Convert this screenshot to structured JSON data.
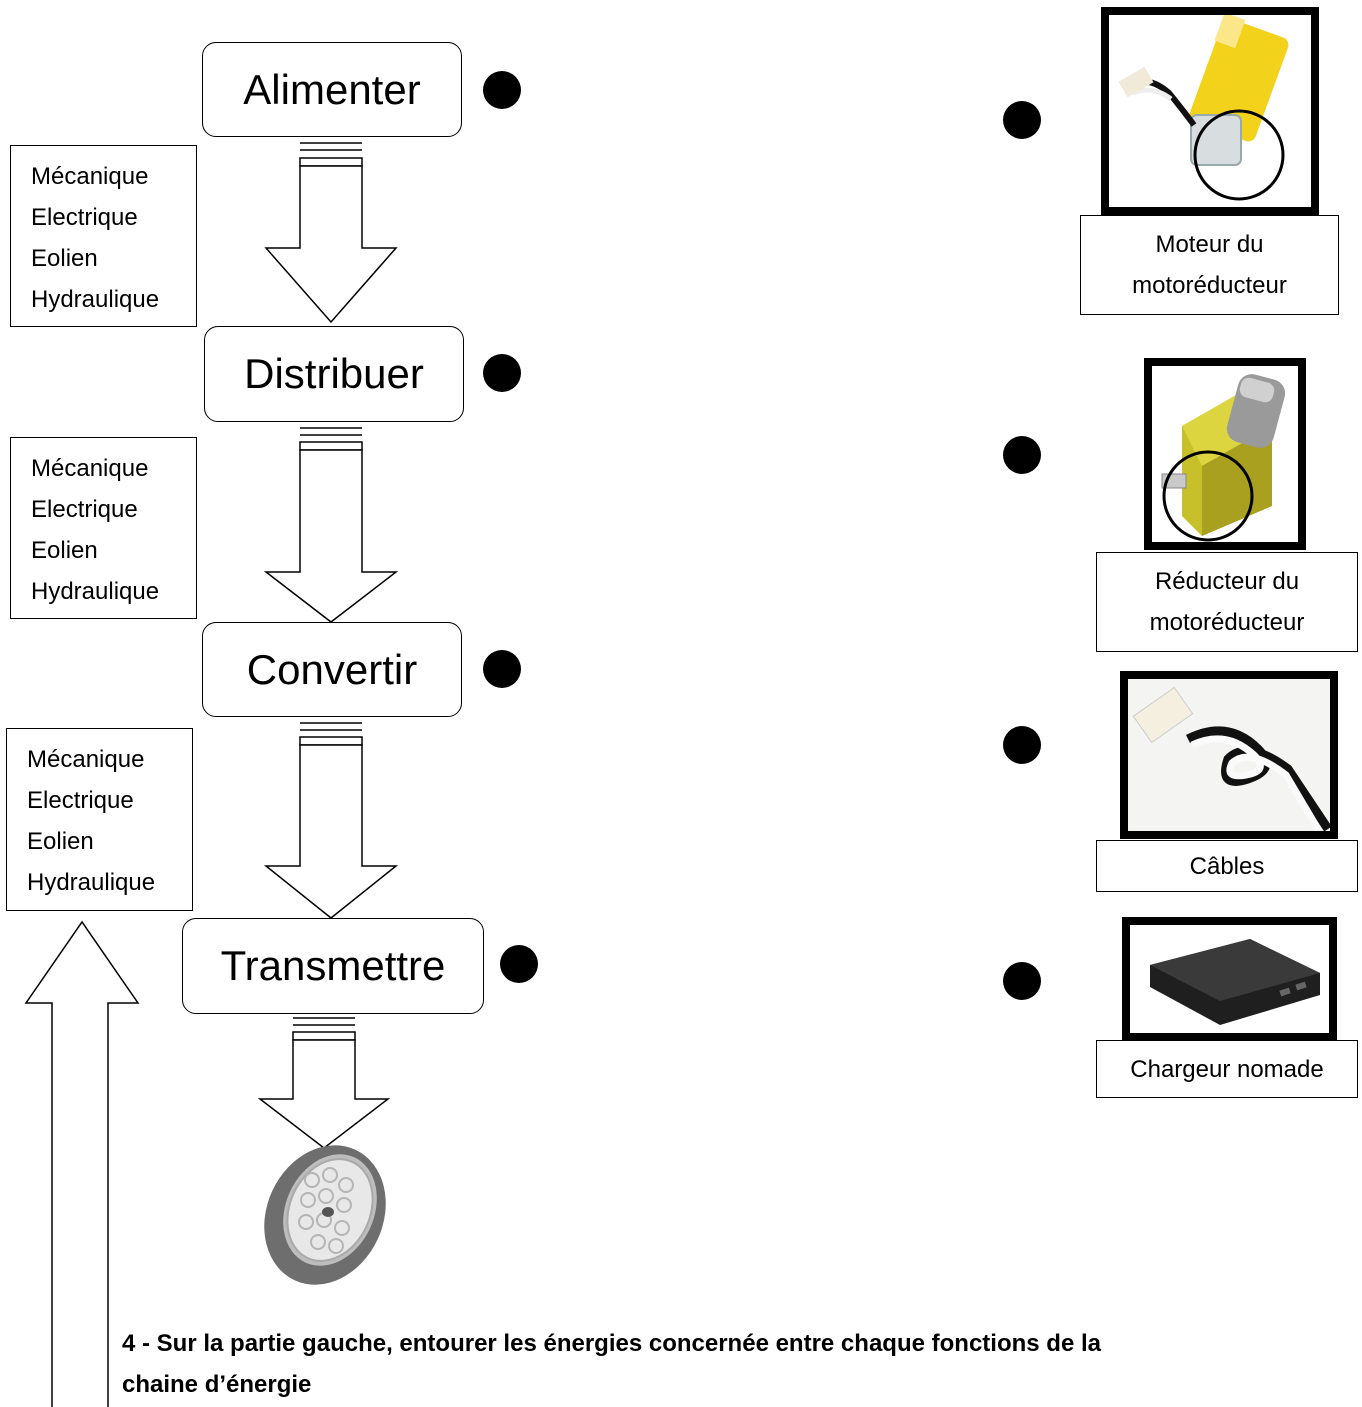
{
  "functions": [
    {
      "label": "Alimenter"
    },
    {
      "label": "Distribuer"
    },
    {
      "label": "Convertir"
    },
    {
      "label": "Transmettre"
    }
  ],
  "energy_options": [
    [
      "Mécanique",
      "Electrique",
      "Eolien",
      "Hydraulique"
    ],
    [
      "Mécanique",
      "Electrique",
      "Eolien",
      "Hydraulique"
    ],
    [
      "Mécanique",
      "Electrique",
      "Eolien",
      "Hydraulique"
    ]
  ],
  "components": [
    {
      "caption_line1": "Moteur du",
      "caption_line2": "motoréducteur",
      "icon": "motor-photo"
    },
    {
      "caption_line1": "Réducteur du",
      "caption_line2": "motoréducteur",
      "icon": "gearbox-photo"
    },
    {
      "caption_line1": "Câbles",
      "caption_line2": "",
      "icon": "cables-photo"
    },
    {
      "caption_line1": "Chargeur nomade",
      "caption_line2": "",
      "icon": "power-bank-photo"
    }
  ],
  "instruction": {
    "line1": "4 - Sur la partie gauche, entourer les énergies concernée entre chaque fonctions de la",
    "line2": "chaine d’énergie"
  },
  "colors": {
    "line": "#000000",
    "motor_yellow": "#f2d21a",
    "gearbox_yellow": "#c8c02a",
    "wheel_grey": "#6e6e6e",
    "powerbank": "#2a2a2a"
  }
}
